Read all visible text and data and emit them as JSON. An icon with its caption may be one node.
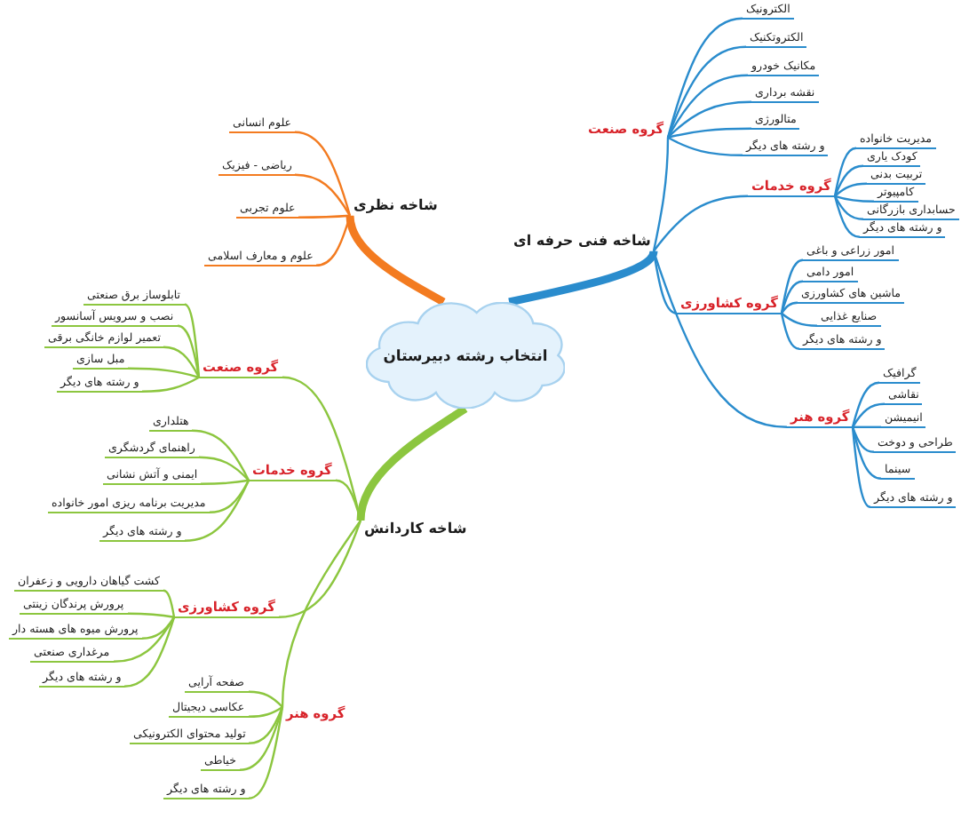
{
  "diagram": {
    "nodes": [
      {
        "text": [
          "انتخاب رشته دبیرستان"
        ]
      },
      {
        "text": [
          "شاخه نظری"
        ]
      },
      {
        "text": [
          "علوم انسانی"
        ]
      },
      {
        "text": [
          "ریاضی - فیزیک"
        ]
      },
      {
        "text": [
          "علوم تجربی"
        ]
      },
      {
        "text": [
          "علوم و معارف اسلامی"
        ]
      },
      {
        "text": [
          "شاخه فنی حرفه ای"
        ]
      },
      {
        "text": [
          "گروه صنعت"
        ]
      },
      {
        "text": [
          "الکترونیک"
        ]
      },
      {
        "text": [
          "الکتروتکنیک"
        ]
      },
      {
        "text": [
          "مکانیک خودرو"
        ]
      },
      {
        "text": [
          "نقشه برداری"
        ]
      },
      {
        "text": [
          "متالورژی"
        ]
      },
      {
        "text": [
          "و رشته های دیگر"
        ]
      },
      {
        "text": [
          "گروه خدمات"
        ]
      },
      {
        "text": [
          "مدیریت خانواده"
        ]
      },
      {
        "text": [
          "کودک یاری"
        ]
      },
      {
        "text": [
          "تربیت بدنی"
        ]
      },
      {
        "text": [
          "کامپیوتر"
        ]
      },
      {
        "text": [
          "حسابداری بازرگانی"
        ]
      },
      {
        "text": [
          "و رشته های دیگر"
        ]
      },
      {
        "text": [
          "گروه کشاورزی"
        ]
      },
      {
        "text": [
          "امور زراعی و باغی"
        ]
      },
      {
        "text": [
          "امور دامی"
        ]
      },
      {
        "text": [
          "ماشین های کشاورزی"
        ]
      },
      {
        "text": [
          "صنایع غذایی"
        ]
      },
      {
        "text": [
          "و رشته های دیگر"
        ]
      },
      {
        "text": [
          "گروه هنر"
        ]
      },
      {
        "text": [
          "گرافیک"
        ]
      },
      {
        "text": [
          "نقاشی"
        ]
      },
      {
        "text": [
          "انیمیشن"
        ]
      },
      {
        "text": [
          "طراحی و دوخت"
        ]
      },
      {
        "text": [
          "سینما"
        ]
      },
      {
        "text": [
          "و رشته های دیگر"
        ]
      },
      {
        "text": [
          "شاخه کاردانش"
        ]
      },
      {
        "text": [
          "گروه صنعت"
        ]
      },
      {
        "text": [
          "تابلوساز برق صنعتی"
        ]
      },
      {
        "text": [
          "نصب و سرویس آسانسور"
        ]
      },
      {
        "text": [
          "تعمیر لوازم خانگی برقی"
        ]
      },
      {
        "text": [
          "مبل سازی"
        ]
      },
      {
        "text": [
          "و رشته های دیگر"
        ]
      },
      {
        "text": [
          "گروه خدمات"
        ]
      },
      {
        "text": [
          "هتلداری"
        ]
      },
      {
        "text": [
          "راهنمای گردشگری"
        ]
      },
      {
        "text": [
          "ایمنی و آتش نشانی"
        ]
      },
      {
        "text": [
          "مدیریت برنامه ریزی امور خانواده"
        ]
      },
      {
        "text": [
          "و رشته های دیگر"
        ]
      },
      {
        "text": [
          "گروه کشاورزی"
        ]
      },
      {
        "text": [
          "کشت گیاهان دارویی و زعفران"
        ]
      },
      {
        "text": [
          "پرورش پرندگان زینتی"
        ]
      },
      {
        "text": [
          "پرورش میوه های هسته دار"
        ]
      },
      {
        "text": [
          "مرغداری صنعتی"
        ]
      },
      {
        "text": [
          "و رشته های دیگر"
        ]
      },
      {
        "text": [
          "گروه هنر"
        ]
      },
      {
        "text": [
          "صفحه آرایی"
        ]
      },
      {
        "text": [
          "عکاسی دیجیتال"
        ]
      },
      {
        "text": [
          "تولید محتوای الکترونیکی"
        ]
      },
      {
        "text": [
          "خیاطی"
        ]
      },
      {
        "text": [
          "و رشته های دیگر"
        ]
      }
    ],
    "edges": [
      {
        "from": 0,
        "to": 1,
        "arrow": "none",
        "style": "thick",
        "color": "#f37b20"
      },
      {
        "from": 1,
        "to": 2,
        "arrow": "none",
        "color": "#f37b20"
      },
      {
        "from": 1,
        "to": 3,
        "arrow": "none",
        "color": "#f37b20"
      },
      {
        "from": 1,
        "to": 4,
        "arrow": "none",
        "color": "#f37b20"
      },
      {
        "from": 1,
        "to": 5,
        "arrow": "none",
        "color": "#f37b20"
      },
      {
        "from": 0,
        "to": 6,
        "arrow": "none",
        "style": "thick"
      },
      {
        "from": 6,
        "to": 7,
        "arrow": "none"
      },
      {
        "from": 7,
        "to": 8,
        "arrow": "none"
      },
      {
        "from": 7,
        "to": 9,
        "arrow": "none"
      },
      {
        "from": 7,
        "to": 10,
        "arrow": "none"
      },
      {
        "from": 7,
        "to": 11,
        "arrow": "none"
      },
      {
        "from": 7,
        "to": 12,
        "arrow": "none"
      },
      {
        "from": 7,
        "to": 13,
        "arrow": "none"
      },
      {
        "from": 6,
        "to": 14,
        "arrow": "none"
      },
      {
        "from": 14,
        "to": 15,
        "arrow": "none"
      },
      {
        "from": 14,
        "to": 16,
        "arrow": "none"
      },
      {
        "from": 14,
        "to": 17,
        "arrow": "none"
      },
      {
        "from": 14,
        "to": 18,
        "arrow": "none"
      },
      {
        "from": 14,
        "to": 19,
        "arrow": "none"
      },
      {
        "from": 14,
        "to": 20,
        "arrow": "none"
      },
      {
        "from": 6,
        "to": 21,
        "arrow": "none"
      },
      {
        "from": 21,
        "to": 22,
        "arrow": "none"
      },
      {
        "from": 21,
        "to": 23,
        "arrow": "none"
      },
      {
        "from": 21,
        "to": 24,
        "arrow": "none"
      },
      {
        "from": 21,
        "to": 25,
        "arrow": "none"
      },
      {
        "from": 21,
        "to": 26,
        "arrow": "none"
      },
      {
        "from": 6,
        "to": 27,
        "arrow": "none"
      },
      {
        "from": 27,
        "to": 28,
        "arrow": "none"
      },
      {
        "from": 27,
        "to": 29,
        "arrow": "none"
      },
      {
        "from": 27,
        "to": 30,
        "arrow": "none"
      },
      {
        "from": 27,
        "to": 31,
        "arrow": "none"
      },
      {
        "from": 27,
        "to": 32,
        "arrow": "none"
      },
      {
        "from": 27,
        "to": 33,
        "arrow": "none"
      },
      {
        "from": 0,
        "to": 34,
        "arrow": "none",
        "style": "thick",
        "color": "#8cc63f"
      },
      {
        "from": 34,
        "to": 35,
        "arrow": "none",
        "color": "#8cc63f"
      },
      {
        "from": 35,
        "to": 36,
        "arrow": "none",
        "color": "#8cc63f"
      },
      {
        "from": 35,
        "to": 37,
        "arrow": "none",
        "color": "#8cc63f"
      },
      {
        "from": 35,
        "to": 38,
        "arrow": "none",
        "color": "#8cc63f"
      },
      {
        "from": 35,
        "to": 39,
        "arrow": "none",
        "color": "#8cc63f"
      },
      {
        "from": 35,
        "to": 40,
        "arrow": "none",
        "color": "#8cc63f"
      },
      {
        "from": 34,
        "to": 41,
        "arrow": "none",
        "color": "#8cc63f"
      },
      {
        "from": 41,
        "to": 42,
        "arrow": "none",
        "color": "#8cc63f"
      },
      {
        "from": 41,
        "to": 43,
        "arrow": "none",
        "color": "#8cc63f"
      },
      {
        "from": 41,
        "to": 44,
        "arrow": "none",
        "color": "#8cc63f"
      },
      {
        "from": 41,
        "to": 45,
        "arrow": "none",
        "color": "#8cc63f"
      },
      {
        "from": 41,
        "to": 46,
        "arrow": "none",
        "color": "#8cc63f"
      },
      {
        "from": 34,
        "to": 47,
        "arrow": "none",
        "color": "#8cc63f"
      },
      {
        "from": 47,
        "to": 48,
        "arrow": "none",
        "color": "#8cc63f"
      },
      {
        "from": 47,
        "to": 49,
        "arrow": "none",
        "color": "#8cc63f"
      },
      {
        "from": 47,
        "to": 50,
        "arrow": "none",
        "color": "#8cc63f"
      },
      {
        "from": 47,
        "to": 51,
        "arrow": "none",
        "color": "#8cc63f"
      },
      {
        "from": 47,
        "to": 52,
        "arrow": "none",
        "color": "#8cc63f"
      },
      {
        "from": 34,
        "to": 53,
        "arrow": "none",
        "color": "#8cc63f"
      },
      {
        "from": 53,
        "to": 54,
        "arrow": "none",
        "color": "#8cc63f"
      },
      {
        "from": 53,
        "to": 55,
        "arrow": "none",
        "color": "#8cc63f"
      },
      {
        "from": 53,
        "to": 56,
        "arrow": "none",
        "color": "#8cc63f"
      },
      {
        "from": 53,
        "to": 57,
        "arrow": "none",
        "color": "#8cc63f"
      },
      {
        "from": 53,
        "to": 58,
        "arrow": "none",
        "color": "#8cc63f"
      }
    ]
  }
}
